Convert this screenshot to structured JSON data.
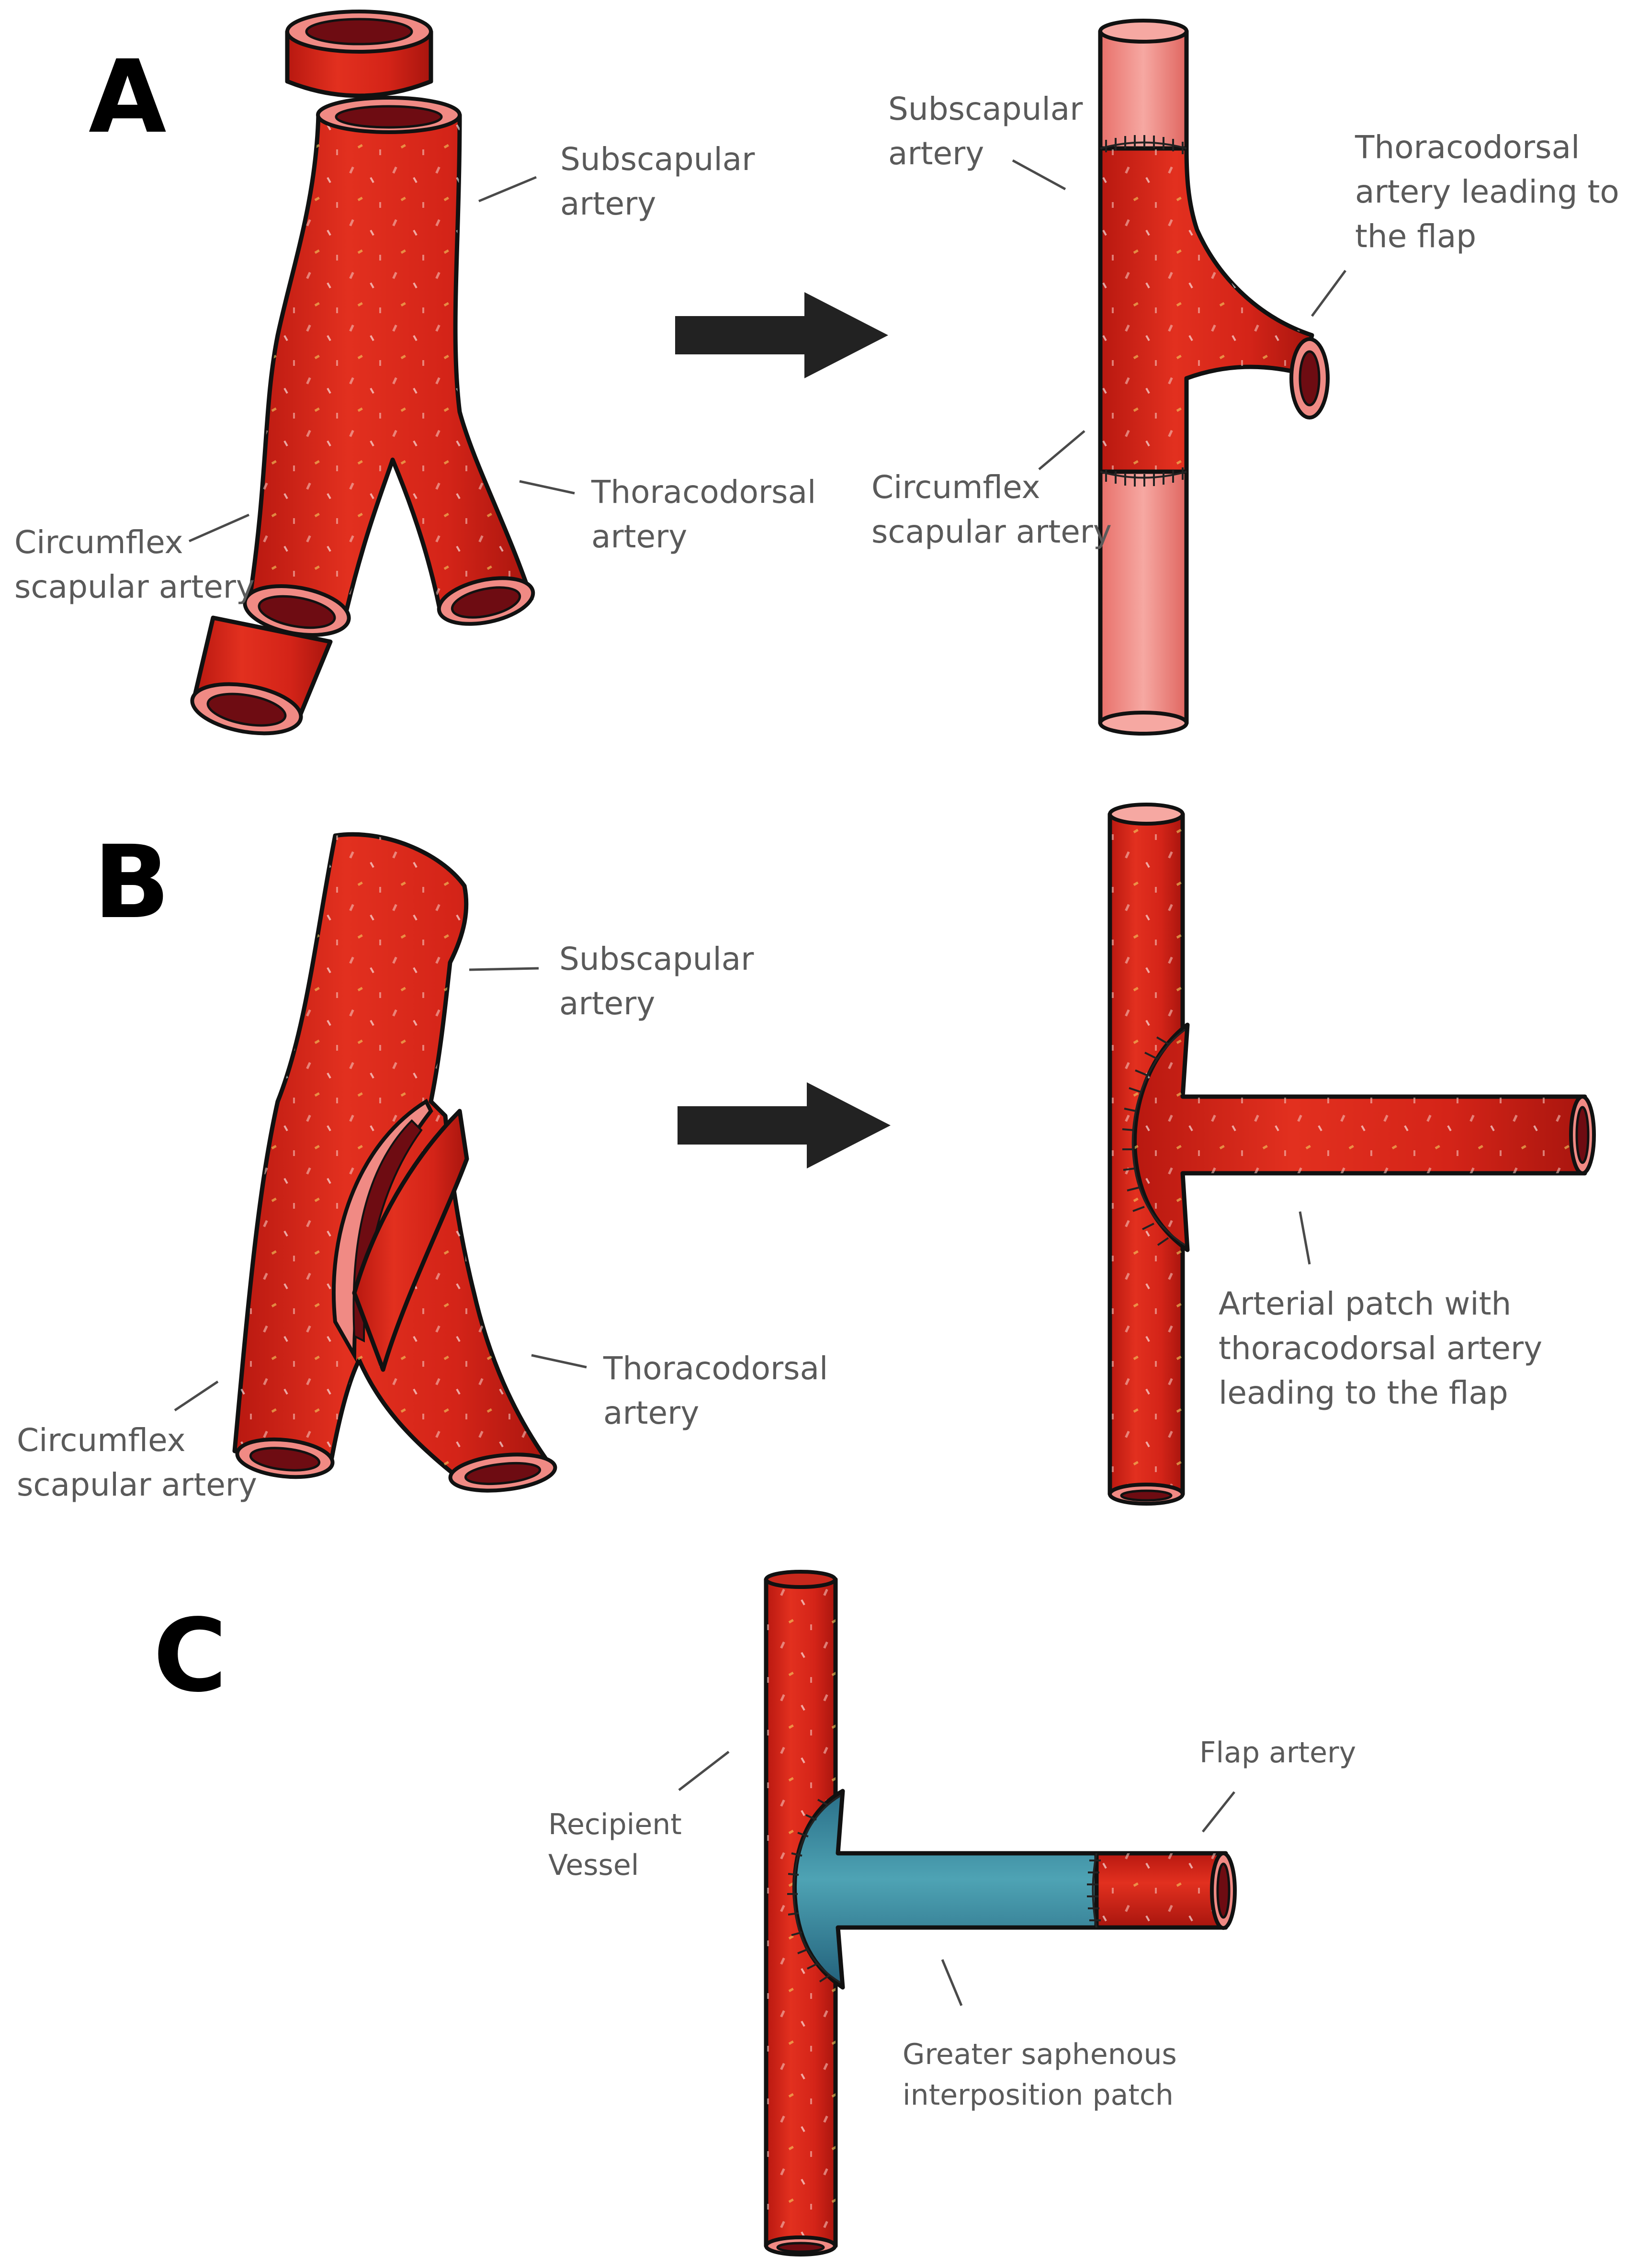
{
  "panels": {
    "a": {
      "letter": "A",
      "labels": {
        "subscapular_before": [
          "Subscapular",
          "artery"
        ],
        "thoracodorsal_before": [
          "Thoracodorsal",
          "artery"
        ],
        "circumflex_before": [
          "Circumflex",
          "scapular artery"
        ],
        "subscapular_after": [
          "Subscapular",
          "artery"
        ],
        "thoracodorsal_after": [
          "Thoracodorsal",
          "artery leading to",
          "the flap"
        ],
        "circumflex_after": [
          "Circumflex",
          "scapular artery"
        ]
      }
    },
    "b": {
      "letter": "B",
      "labels": {
        "subscapular_before": [
          "Subscapular",
          "artery"
        ],
        "thoracodorsal_before": [
          "Thoracodorsal",
          "artery"
        ],
        "circumflex_before": [
          "Circumflex",
          "scapular artery"
        ],
        "patch_after": [
          "Arterial patch with",
          "thoracodorsal artery",
          "leading to the flap"
        ]
      }
    },
    "c": {
      "letter": "C",
      "labels": {
        "recipient": [
          "Recipient",
          "Vessel"
        ],
        "flap_artery": [
          "Flap artery"
        ],
        "saphenous": [
          "Greater saphenous",
          "interposition patch"
        ]
      }
    }
  },
  "colors": {
    "artery": "#d42418",
    "artery_light": "#f07a74",
    "lumen": "#6e0c12",
    "vein_patch": "#3a8fa6",
    "arrow": "#222222",
    "label": "#5a5a5a"
  }
}
